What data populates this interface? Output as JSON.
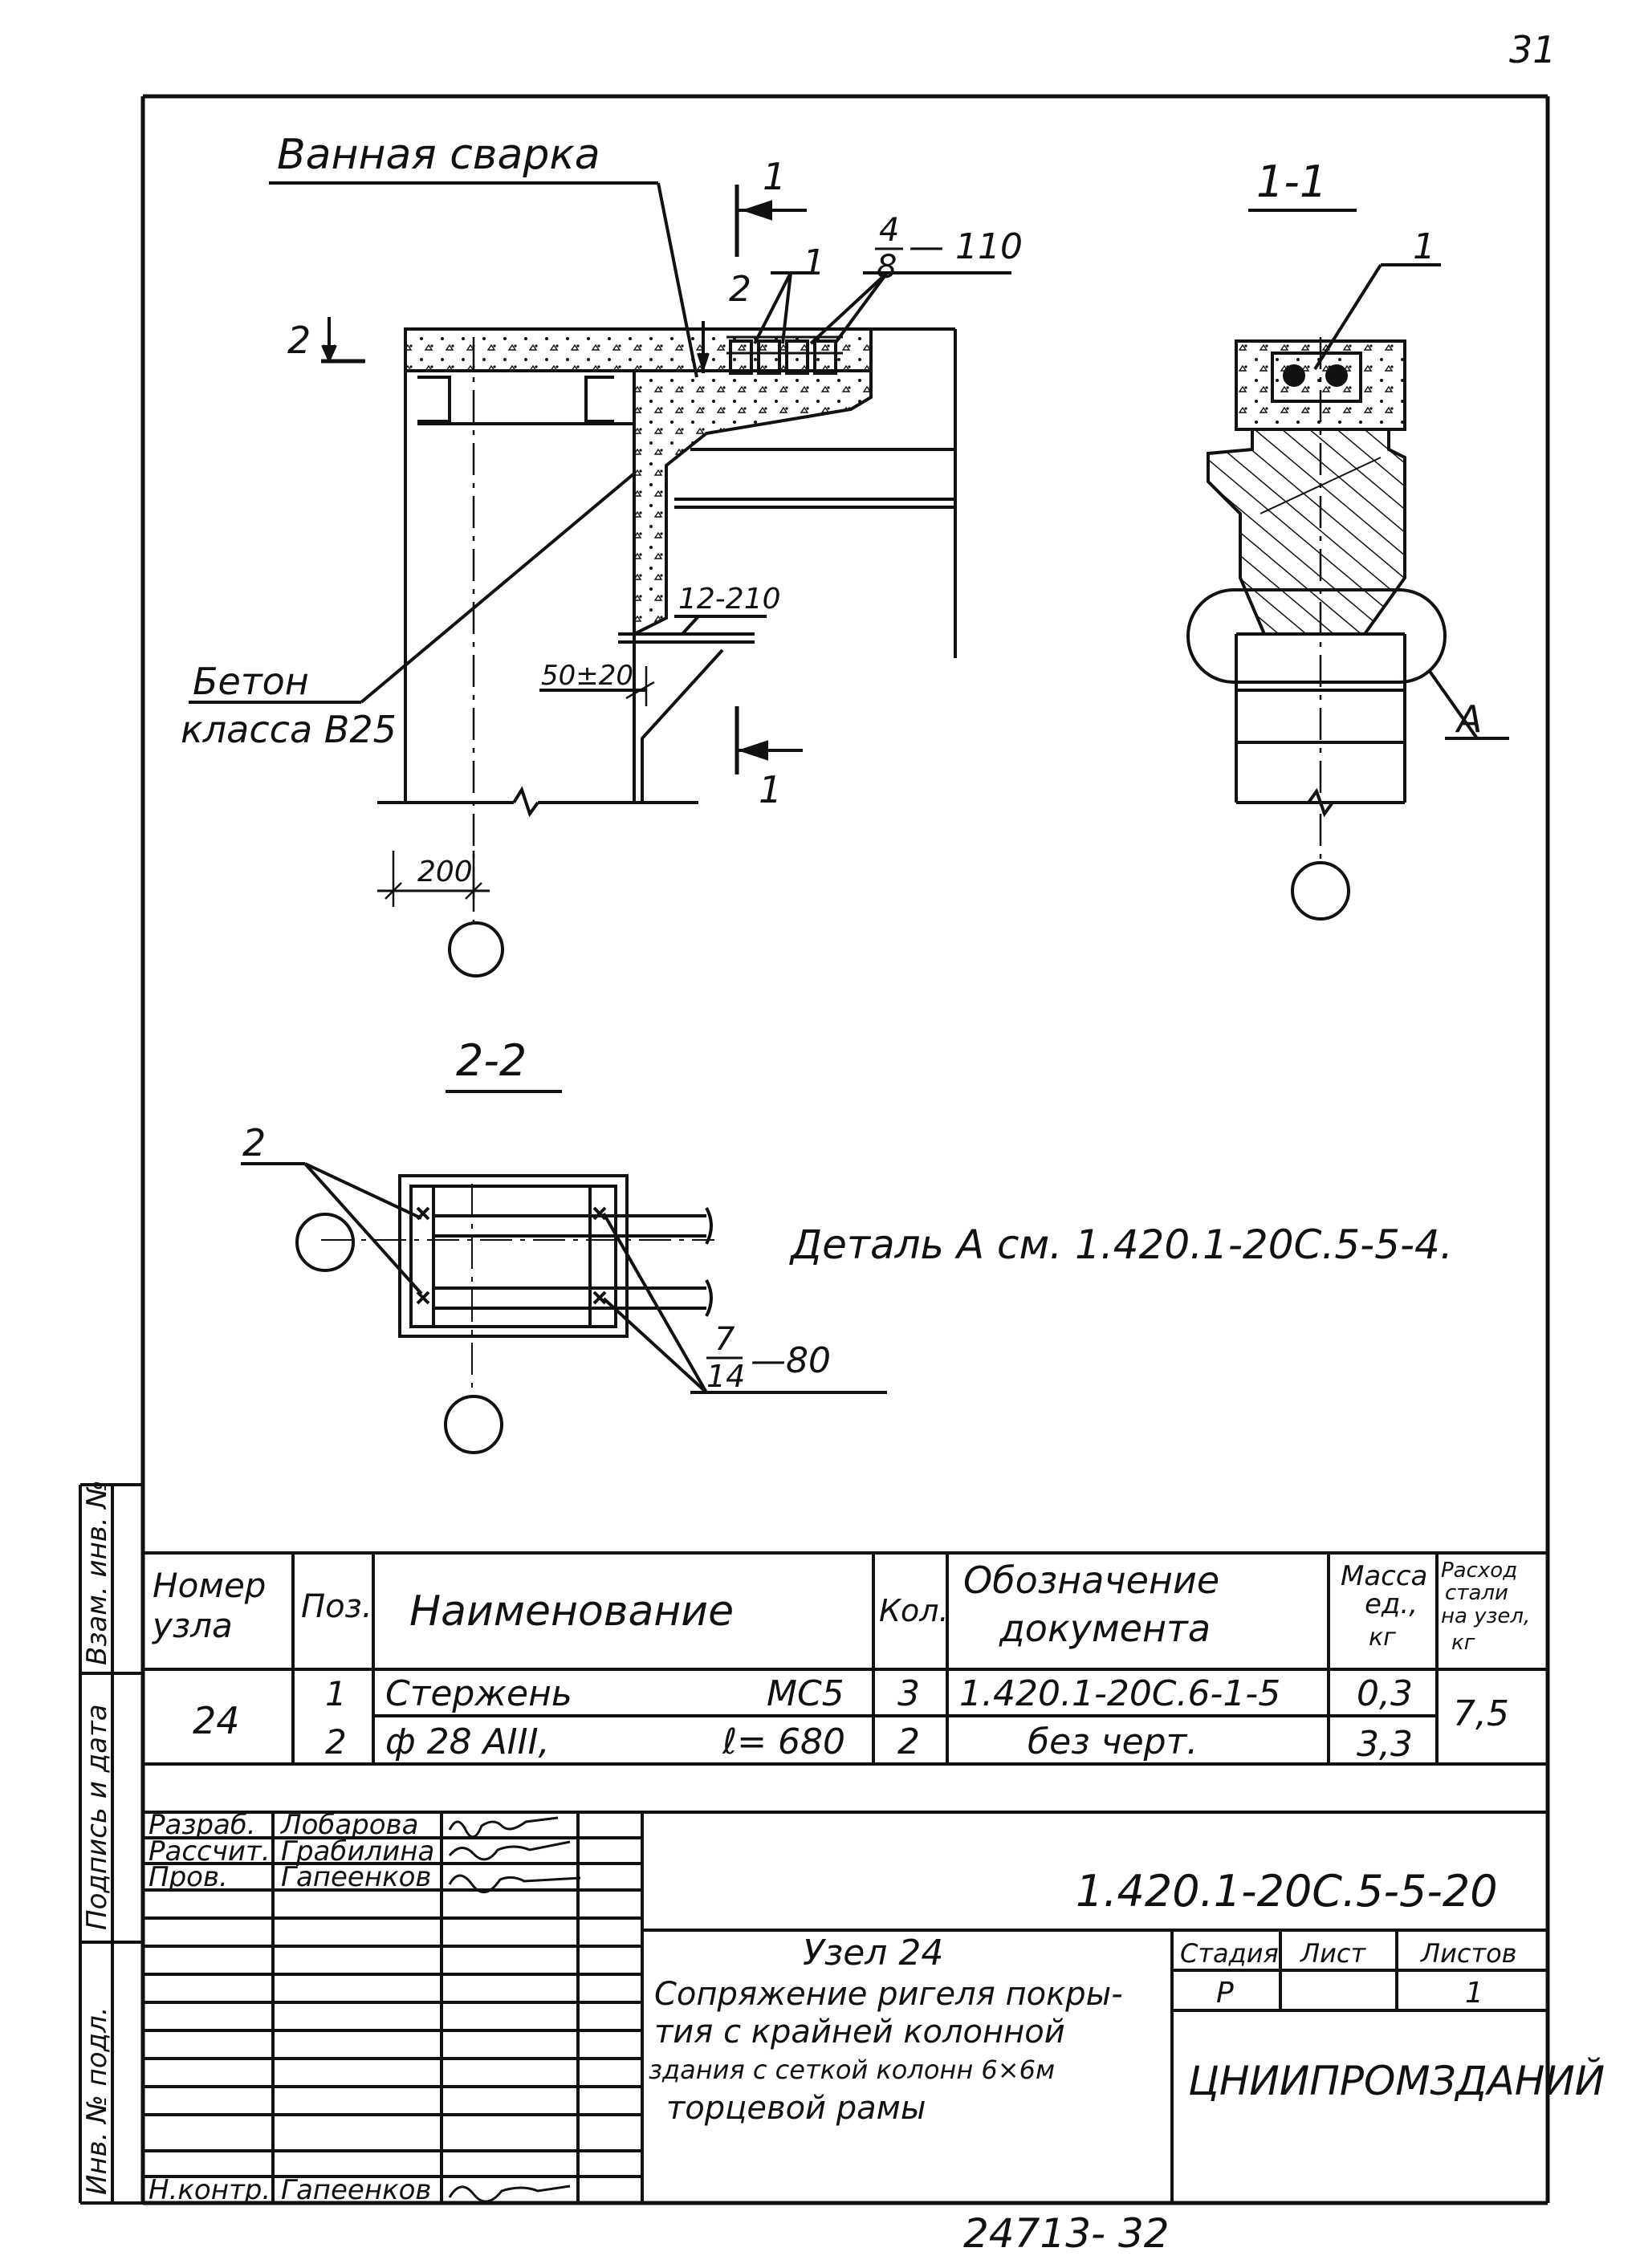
{
  "page_number": "31",
  "drawing": {
    "weld_label": "Ванная сварка",
    "concrete_label_1": "Бетон",
    "concrete_label_2": "класса В25",
    "section_1_1": "1-1",
    "section_2_2": "2-2",
    "cut_mark_1": "1",
    "cut_mark_2": "2",
    "pos1_mark": "1",
    "pos2_mark": "2",
    "weld_spec_top_num": "4",
    "weld_spec_top_den": "8",
    "weld_spec_top_len": "— 110",
    "weld_spec_mid": "12-210",
    "dim_gap": "50±20",
    "dim_200": "200",
    "detail_a_mark": "А",
    "detail_ref": "Деталь А см. 1.420.1-20С.5-5-4.",
    "weld_spec_bottom_num": "7",
    "weld_spec_bottom_den": "14",
    "weld_spec_bottom_len": "—80"
  },
  "spec_table": {
    "headers": {
      "node": "Номер узла",
      "pos": "Поз.",
      "name": "Наименование",
      "qty": "Кол.",
      "doc": "Обозначение документа",
      "mass": "Масса ед., кг",
      "consumption": "Расход стали на узел, кг"
    },
    "node_number": "24",
    "rows": [
      {
        "pos": "1",
        "name": "Стержень",
        "mark": "МС5",
        "qty": "3",
        "doc": "1.420.1-20С.6-1-5",
        "mass": "0,3"
      },
      {
        "pos": "2",
        "name": "ф 28 АIII,",
        "mark": "ℓ= 680",
        "qty": "2",
        "doc": "без черт.",
        "mass": "3,3"
      }
    ],
    "consumption_total": "7,5"
  },
  "title_block": {
    "rows": [
      {
        "role": "Разраб.",
        "name": "Лобарова"
      },
      {
        "role": "Рассчит.",
        "name": "Грабилина"
      },
      {
        "role": "Пров.",
        "name": "Гапеенков"
      },
      {
        "role": "Н.контр.",
        "name": "Гапеенков"
      }
    ],
    "designation": "1.420.1-20С.5-5-20",
    "title_line1": "Узел 24",
    "title_line2": "Сопряжение ригеля покры-",
    "title_line3": "тия с крайней колонной",
    "title_line4": "здания с сеткой колонн 6×6м",
    "title_line5": "торцевой рамы",
    "stage_label": "Стадия",
    "sheet_label": "Лист",
    "sheets_label": "Листов",
    "stage_value": "Р",
    "sheets_value": "1",
    "organization": "ЦНИИПРОМЗДАНИЙ"
  },
  "side_stamp": {
    "inv_orig": "Инв. № подл.",
    "sign_date": "Подпись и дата",
    "inv_repl": "Взам. инв. №"
  },
  "bottom_number": "24713- 32"
}
